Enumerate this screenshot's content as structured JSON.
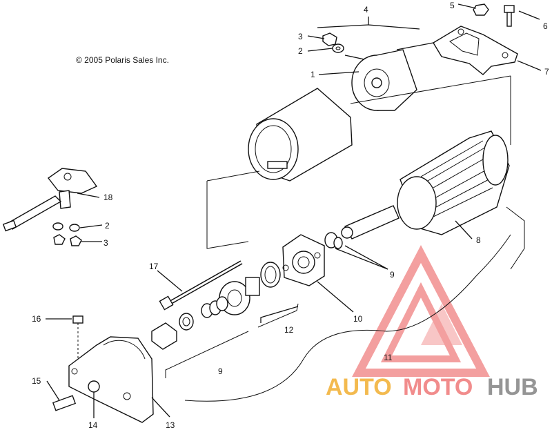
{
  "copyright": "© 2005 Polaris Sales Inc.",
  "callouts": [
    {
      "id": "c1",
      "text": "1"
    },
    {
      "id": "c2",
      "text": "2"
    },
    {
      "id": "c3",
      "text": "3"
    },
    {
      "id": "c4",
      "text": "4"
    },
    {
      "id": "c5",
      "text": "5"
    },
    {
      "id": "c6",
      "text": "6"
    },
    {
      "id": "c7",
      "text": "7"
    },
    {
      "id": "c8",
      "text": "8"
    },
    {
      "id": "c9a",
      "text": "9"
    },
    {
      "id": "c9b",
      "text": "9"
    },
    {
      "id": "c10",
      "text": "10"
    },
    {
      "id": "c11",
      "text": "11"
    },
    {
      "id": "c12",
      "text": "12"
    },
    {
      "id": "c13",
      "text": "13"
    },
    {
      "id": "c14",
      "text": "14"
    },
    {
      "id": "c15",
      "text": "15"
    },
    {
      "id": "c16",
      "text": "16"
    },
    {
      "id": "c17",
      "text": "17"
    },
    {
      "id": "c18",
      "text": "18"
    },
    {
      "id": "c2b",
      "text": "2"
    },
    {
      "id": "c3b",
      "text": "3"
    }
  ],
  "watermark": {
    "part1": "AUTO",
    "part2": "MOTO",
    "part3": "HUB",
    "color_orange": "#f2b33d",
    "color_red": "#f08080",
    "color_gray": "#8a8a8a"
  }
}
